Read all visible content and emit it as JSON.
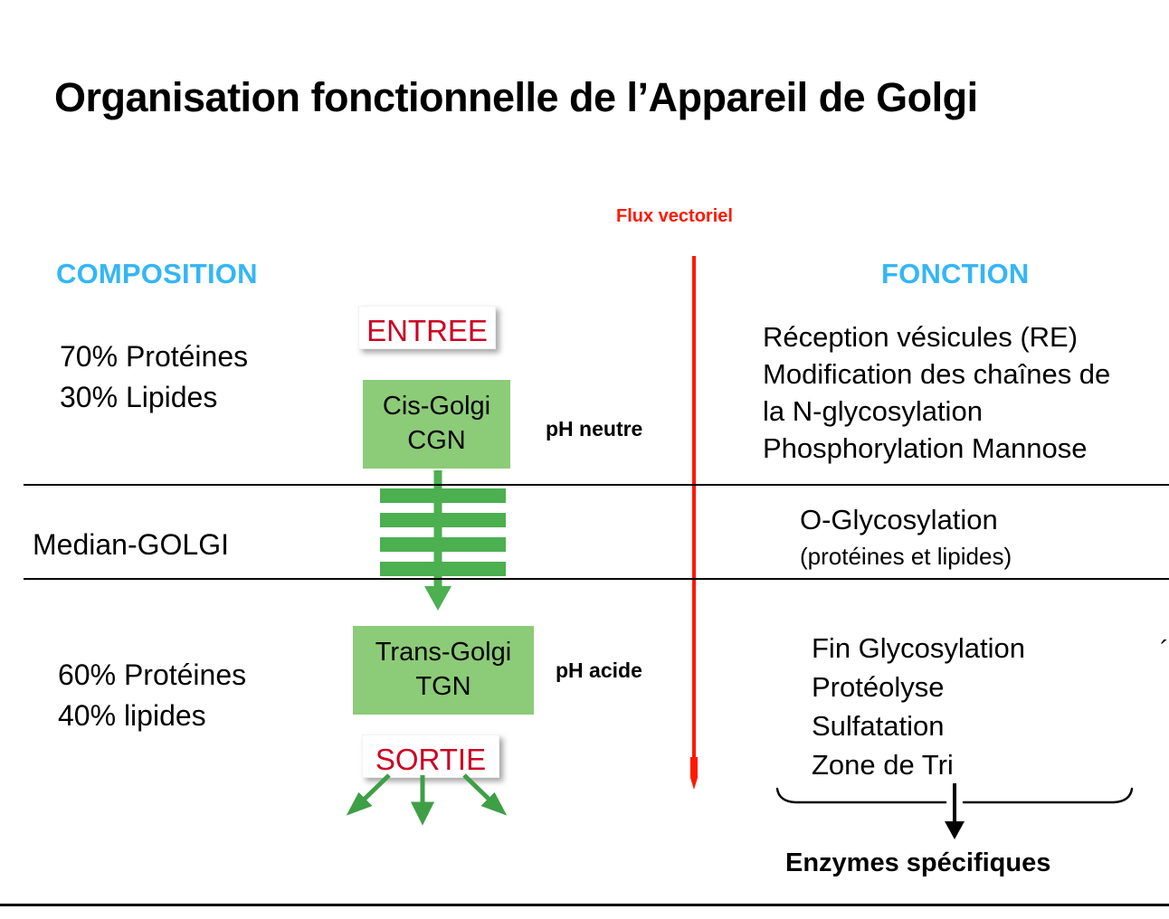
{
  "title": "Organisation fonctionnelle de l’Appareil de Golgi",
  "flux": {
    "label": "Flux vectoriel",
    "color": "#FF1800"
  },
  "headers": {
    "composition": "COMPOSITION",
    "fonction": "FONCTION",
    "color": "#34B6F5"
  },
  "composition": {
    "top": "70% Protéines\n30% Lipides",
    "median": "Median-GOLGI",
    "bottom": "60% Protéines\n40% lipides"
  },
  "middle": {
    "entree": "ENTREE",
    "cis_golgi": "Cis-Golgi\nCGN",
    "trans_golgi": "Trans-Golgi\nTGN",
    "sortie": "SORTIE",
    "ph_neutre": "pH neutre",
    "ph_acide": "pH acide",
    "box_red": "#CC0022",
    "box_green": "#8CCB78",
    "arrow_green": "#4CAF50"
  },
  "fonction": {
    "top": "Réception vésicules (RE)\nModification des chaînes de\nla N-glycosylation\nPhosphorylation Mannose",
    "median_main": "O-Glycosylation",
    "median_sub": "(protéines et lipides)",
    "bottom": "Fin Glycosylation\nProtéolyse\nSulfatation\nZone de Tri",
    "enzymes": "Enzymes spécifiques",
    "stray": "´"
  }
}
